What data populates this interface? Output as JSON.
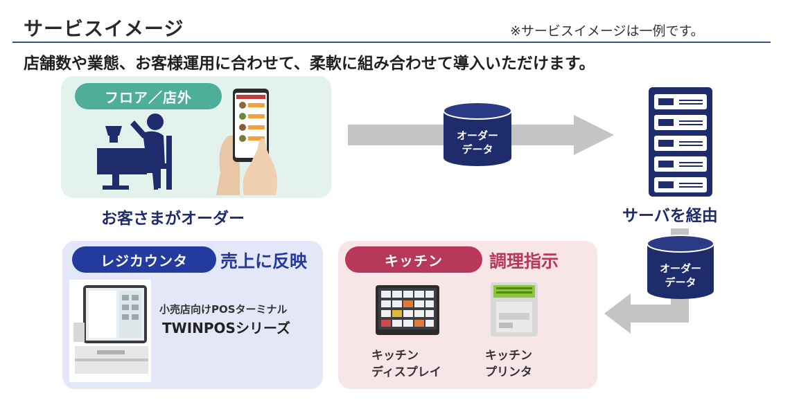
{
  "header": {
    "title": "サービスイメージ",
    "note": "※サービスイメージは一例です。"
  },
  "lead": "店舗数や業態、お客様運用に合わせて、柔軟に組み合わせて導入いただけます。",
  "floor": {
    "label": "フロア／店外",
    "caption": "お客さまがオーダー"
  },
  "data_node_1": {
    "line1": "オーダー",
    "line2": "データ"
  },
  "server": {
    "caption": "サーバを経由"
  },
  "data_node_2": {
    "line1": "オーダー",
    "line2": "データ"
  },
  "register": {
    "label": "レジカウンタ",
    "action": "売上に反映",
    "product_name": "小売店向けPOSターミナル",
    "product_series": "TWINPOSシリーズ"
  },
  "kitchen": {
    "label": "キッチン",
    "action": "調理指示",
    "display": {
      "line1": "キッチン",
      "line2": "ディスプレイ"
    },
    "printer": {
      "line1": "キッチン",
      "line2": "プリンタ"
    }
  },
  "colors": {
    "navy": "#1e2c6b",
    "teal": "#4fae9a",
    "register_blue": "#233a9e",
    "kitchen_red": "#b8385a",
    "arrow_gray": "#c4c4c4"
  }
}
